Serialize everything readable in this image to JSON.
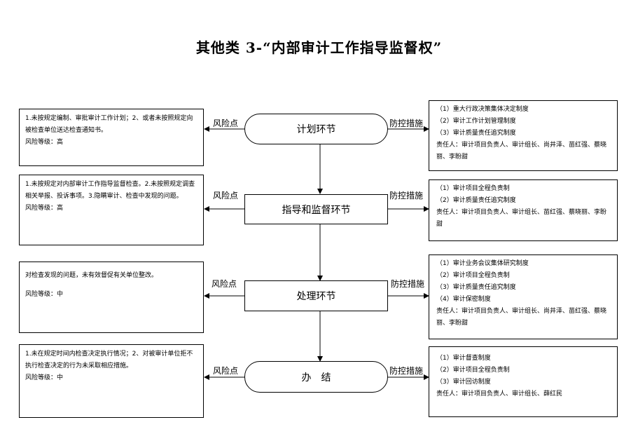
{
  "title": "其他类 3-“内部审计工作指导监督权”",
  "connector_labels": {
    "risk": "风险点",
    "control": "防控措施"
  },
  "steps": [
    {
      "name": "计划环节",
      "risk_lines": [
        "1.未按规定编制、审批审计工作计划；2、或者未按照规定向被检查单位送达检查通知书。"
      ],
      "risk_level": "风险等级：高",
      "control_lines": [
        "（1）重大行政决策集体决定制度",
        "（2）审计工作计划管理制度",
        "（3）审计质量责任追究制度",
        "责任人：审计项目负责人、审计组长、尚井泽、苗红强、蔡晓丽、李盼甜"
      ]
    },
    {
      "name": "指导和监督环节",
      "risk_lines": [
        "1.未按规定对内部审计工作指导监督检查。2.未按照规定调查相关举报、投诉事项。3.隐瞒审计、检查中发现的问题。"
      ],
      "risk_level": "风险等级：高",
      "control_lines": [
        "（1）审计项目全程负责制",
        "（2）审计质量责任追究制度",
        "责任人：审计项目负责人、审计组长、苗红强、蔡晓丽、李盼甜"
      ]
    },
    {
      "name": "处理环节",
      "risk_lines": [
        "对检查发现的问题，未有效督促有关单位整改。"
      ],
      "risk_level": "风险等级：中",
      "control_lines": [
        "（1）审计业务会议集体研究制度",
        "（2）审计项目全程负责制",
        "（3）审计质量责任追究制度",
        "（4）审计保密制度",
        "责任人：审计项目负责人、审计组长、尚井泽、苗红强、蔡晓丽、李盼甜"
      ]
    },
    {
      "name": "办　结",
      "risk_lines": [
        "1.未在规定时间内检查决定执行情况；2、对被审计单位拒不执行检查决定的行为未采取相应措施。"
      ],
      "risk_level": "风险等级：中",
      "control_lines": [
        "（1）审计督查制度",
        "（2）审计项目全程负责制",
        "（3）审计回访制度",
        "责任人：审计项目负责人、审计组长、薛红民"
      ]
    }
  ]
}
